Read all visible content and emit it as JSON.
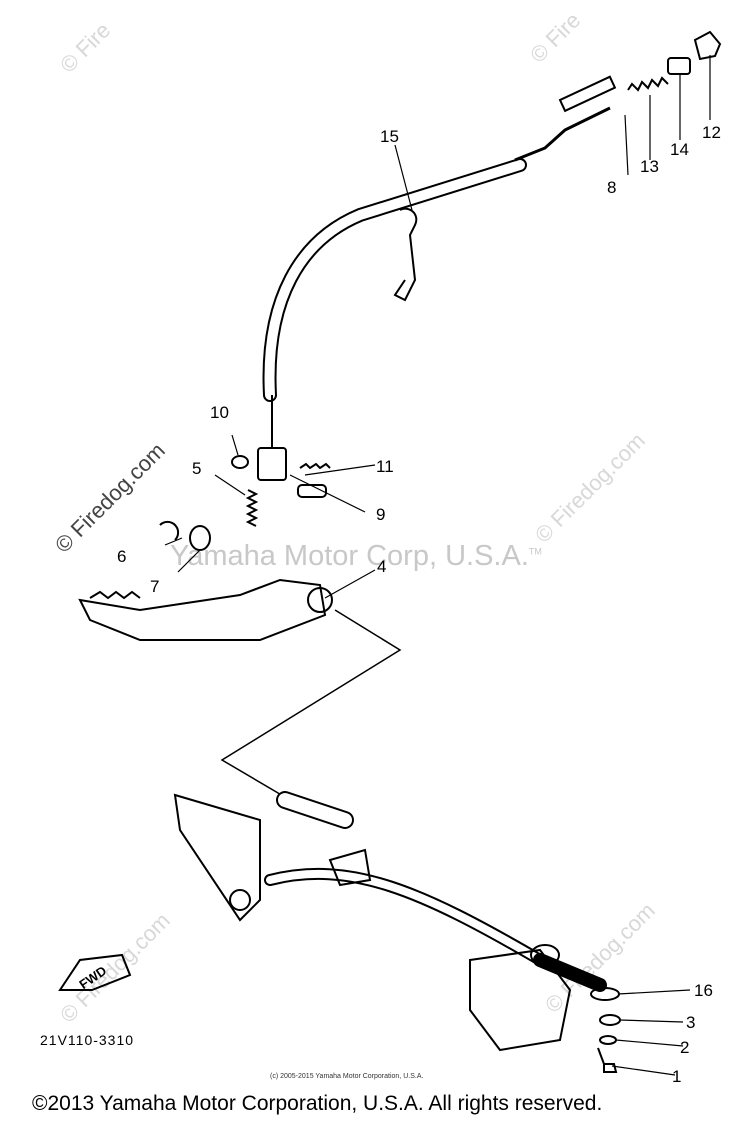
{
  "watermarks": {
    "brand": "© Firedog.com",
    "brand_short": "© Fire",
    "company_tm": "Yamaha Motor Corp, U.S.A.",
    "tm": "TM"
  },
  "part_labels": [
    "1",
    "2",
    "3",
    "4",
    "5",
    "6",
    "7",
    "8",
    "9",
    "10",
    "11",
    "12",
    "13",
    "14",
    "15",
    "16"
  ],
  "direction_tag": "FWD",
  "diagram_code": "21V110-3310",
  "small_copyright": "(c) 2005-2015 Yamaha Motor Corporation, U.S.A.",
  "footer_copyright": "©2013 Yamaha Motor Corporation, U.S.A. All rights reserved."
}
